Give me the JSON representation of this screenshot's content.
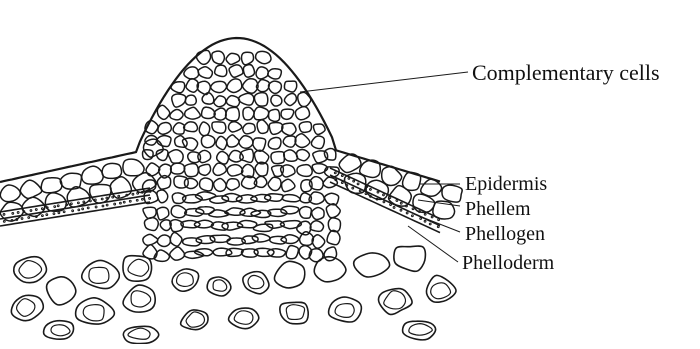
{
  "labels": {
    "complementary": "Complementary cells",
    "epidermis": "Epidermis",
    "phellem": "Phellem",
    "phellogen": "Phellogen",
    "phelloderm": "Phelloderm"
  },
  "colors": {
    "ink": "#1a1a1a",
    "background": "#ffffff"
  }
}
